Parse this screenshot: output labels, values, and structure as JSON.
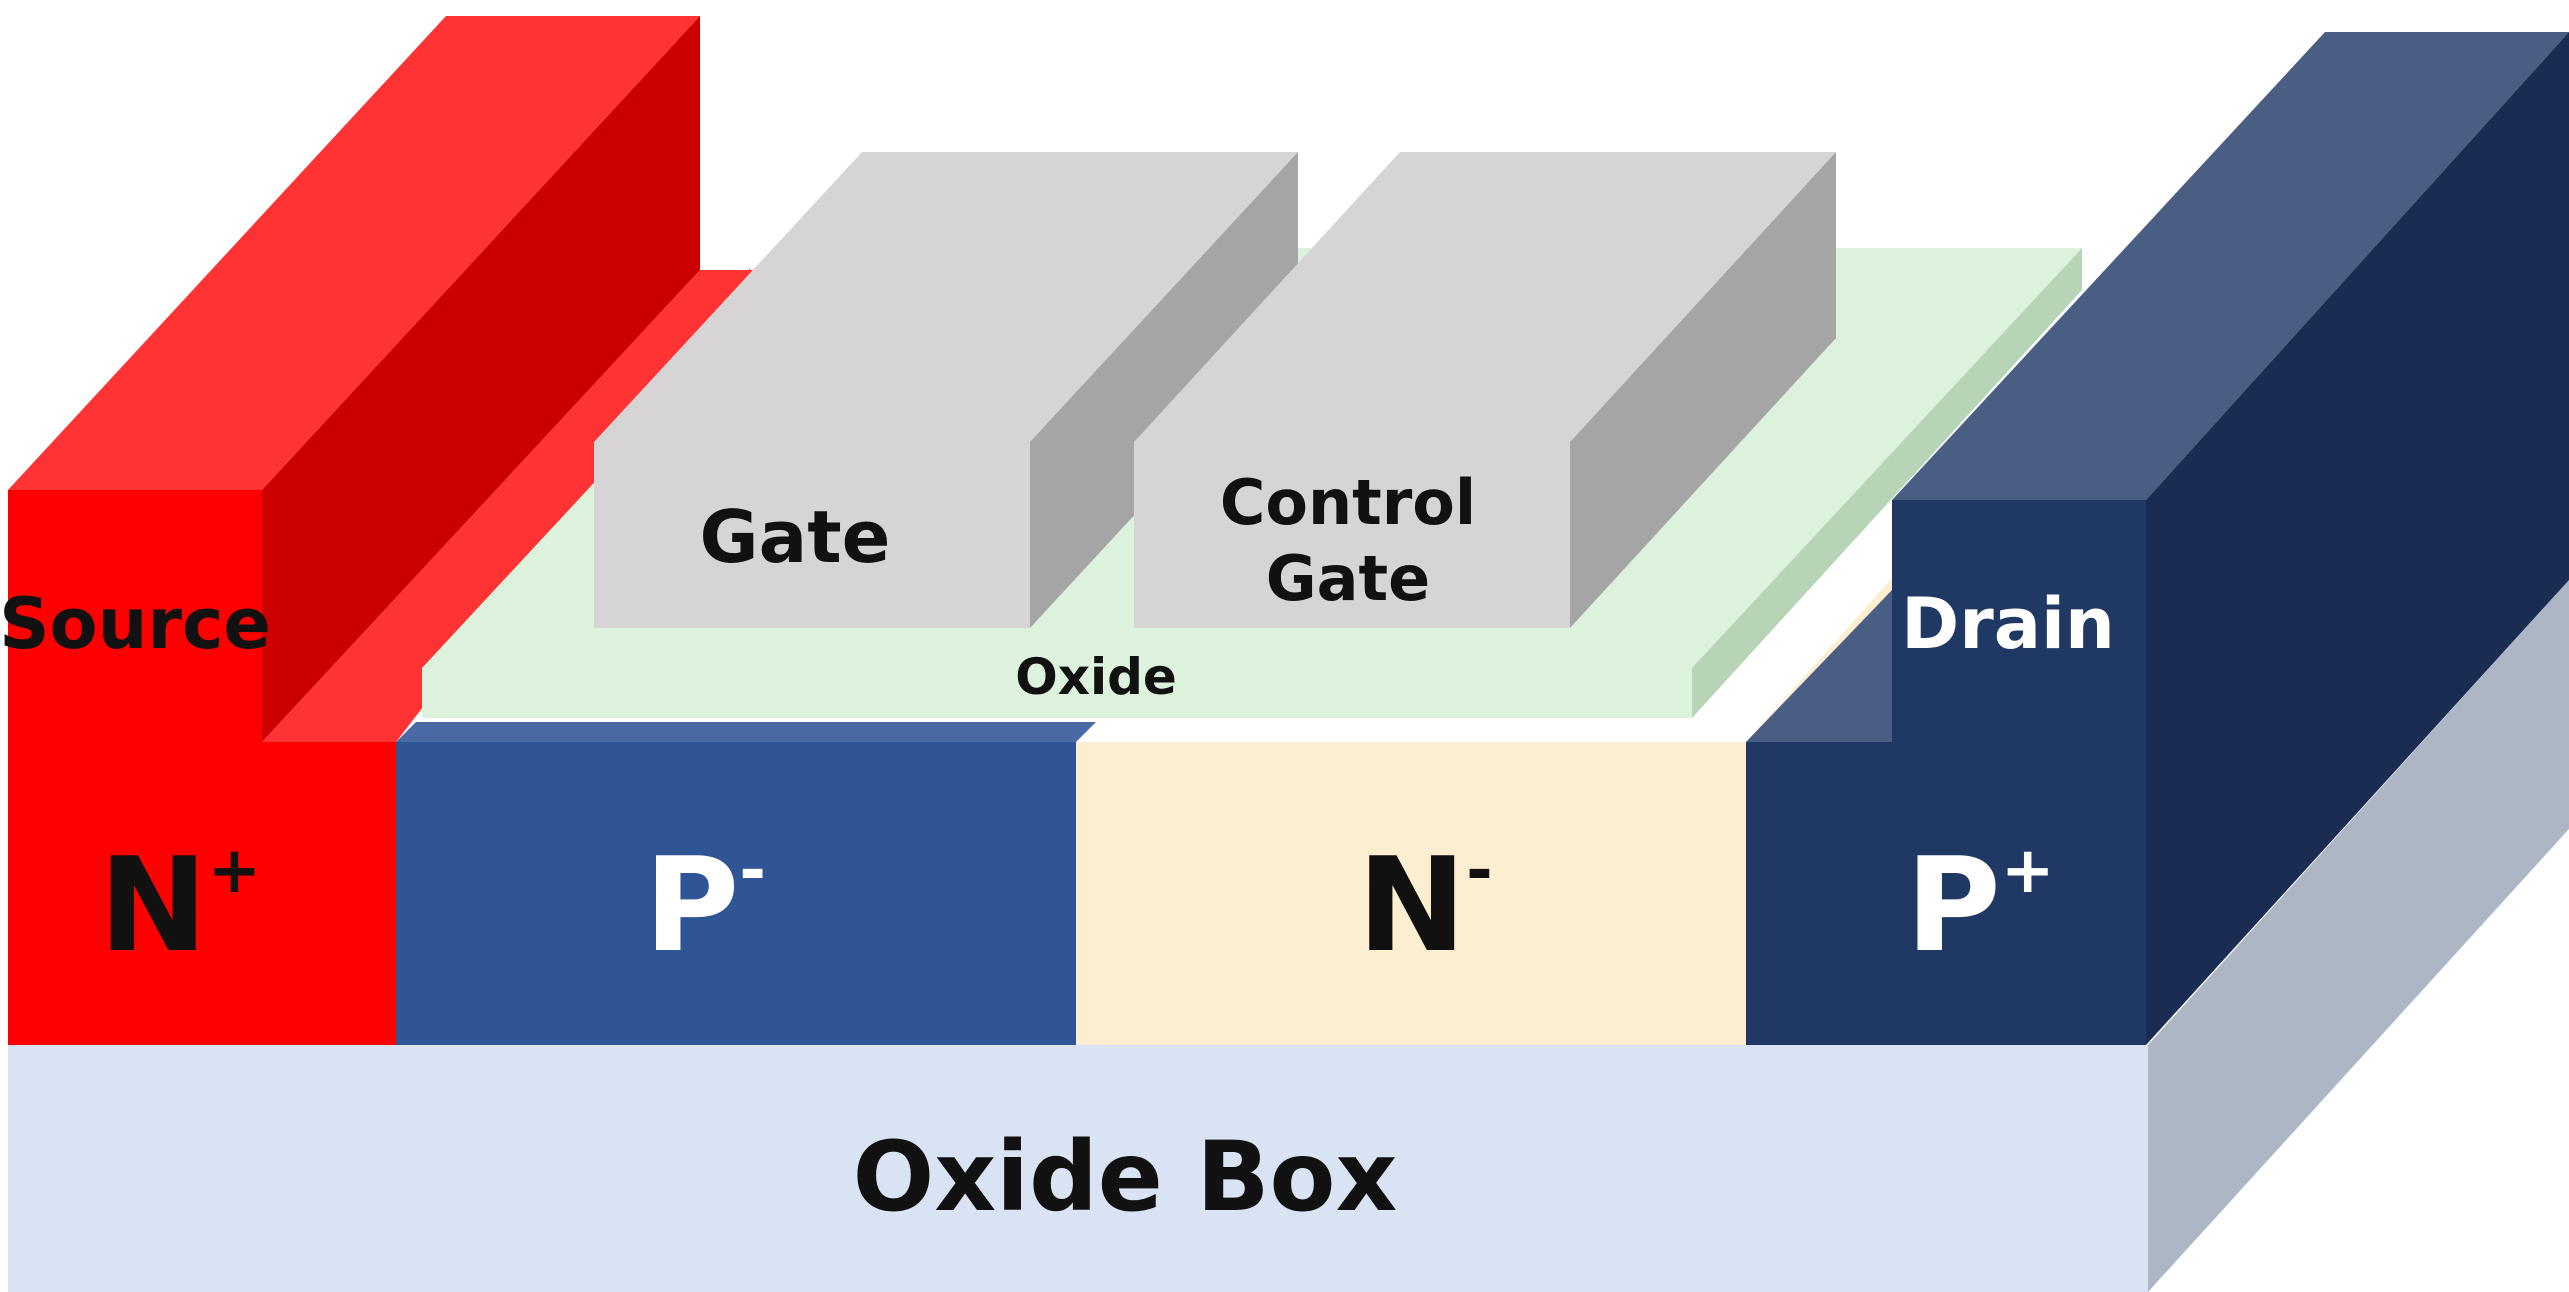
{
  "labels": {
    "source": "Source",
    "drain": "Drain",
    "gate": "Gate",
    "control_gate_line1": "Control",
    "control_gate_line2": "Gate",
    "oxide": "Oxide",
    "oxide_box": "Oxide Box"
  },
  "regions": {
    "n_plus": {
      "base": "N",
      "sup": "+"
    },
    "p_minus": {
      "base": "P",
      "sup": "-"
    },
    "n_minus": {
      "base": "N",
      "sup": "-"
    },
    "p_plus": {
      "base": "P",
      "sup": "+"
    }
  },
  "colors": {
    "source_red": "#ff0000",
    "source_side": "#cc0000",
    "source_top": "#ff3333",
    "p_minus_blue": "#2f5597",
    "n_minus_cream": "#fcefd1",
    "drain_navy": "#203864",
    "drain_top": "#4a5d82",
    "drain_side": "#1b2c52",
    "oxide_green": "#dcf2dc",
    "oxide_green_side": "#b7d4b7",
    "gate_front": "#d6d4d5",
    "gate_side": "#a6a5a6",
    "oxide_box": "#dae3f3",
    "oxide_box_side": "#adb6c5"
  }
}
